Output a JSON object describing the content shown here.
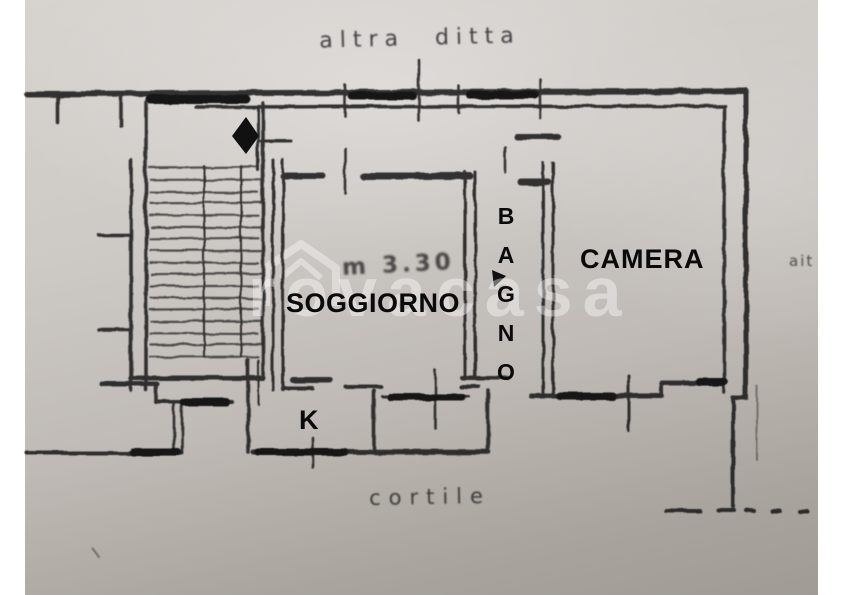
{
  "plan": {
    "watermark": {
      "text": "rovacasa",
      "icon": "house-icon"
    },
    "rooms": {
      "living": "SOGGIORNO",
      "bathroom": "BAGNO",
      "bedroom": "CAMERA",
      "kitchen": "K"
    },
    "annotations": {
      "top": "altra ditta",
      "dimension": "m 3.30",
      "bottom": "cortile",
      "right": "ait"
    },
    "colors": {
      "paper_light": "#d7d3cf",
      "paper_dark": "#a09b95",
      "ink": "#1d1d1d",
      "label_ink": "#0a0a0a",
      "watermark": "rgba(255,255,255,0.42)",
      "photo_border": "#ffffff"
    }
  }
}
